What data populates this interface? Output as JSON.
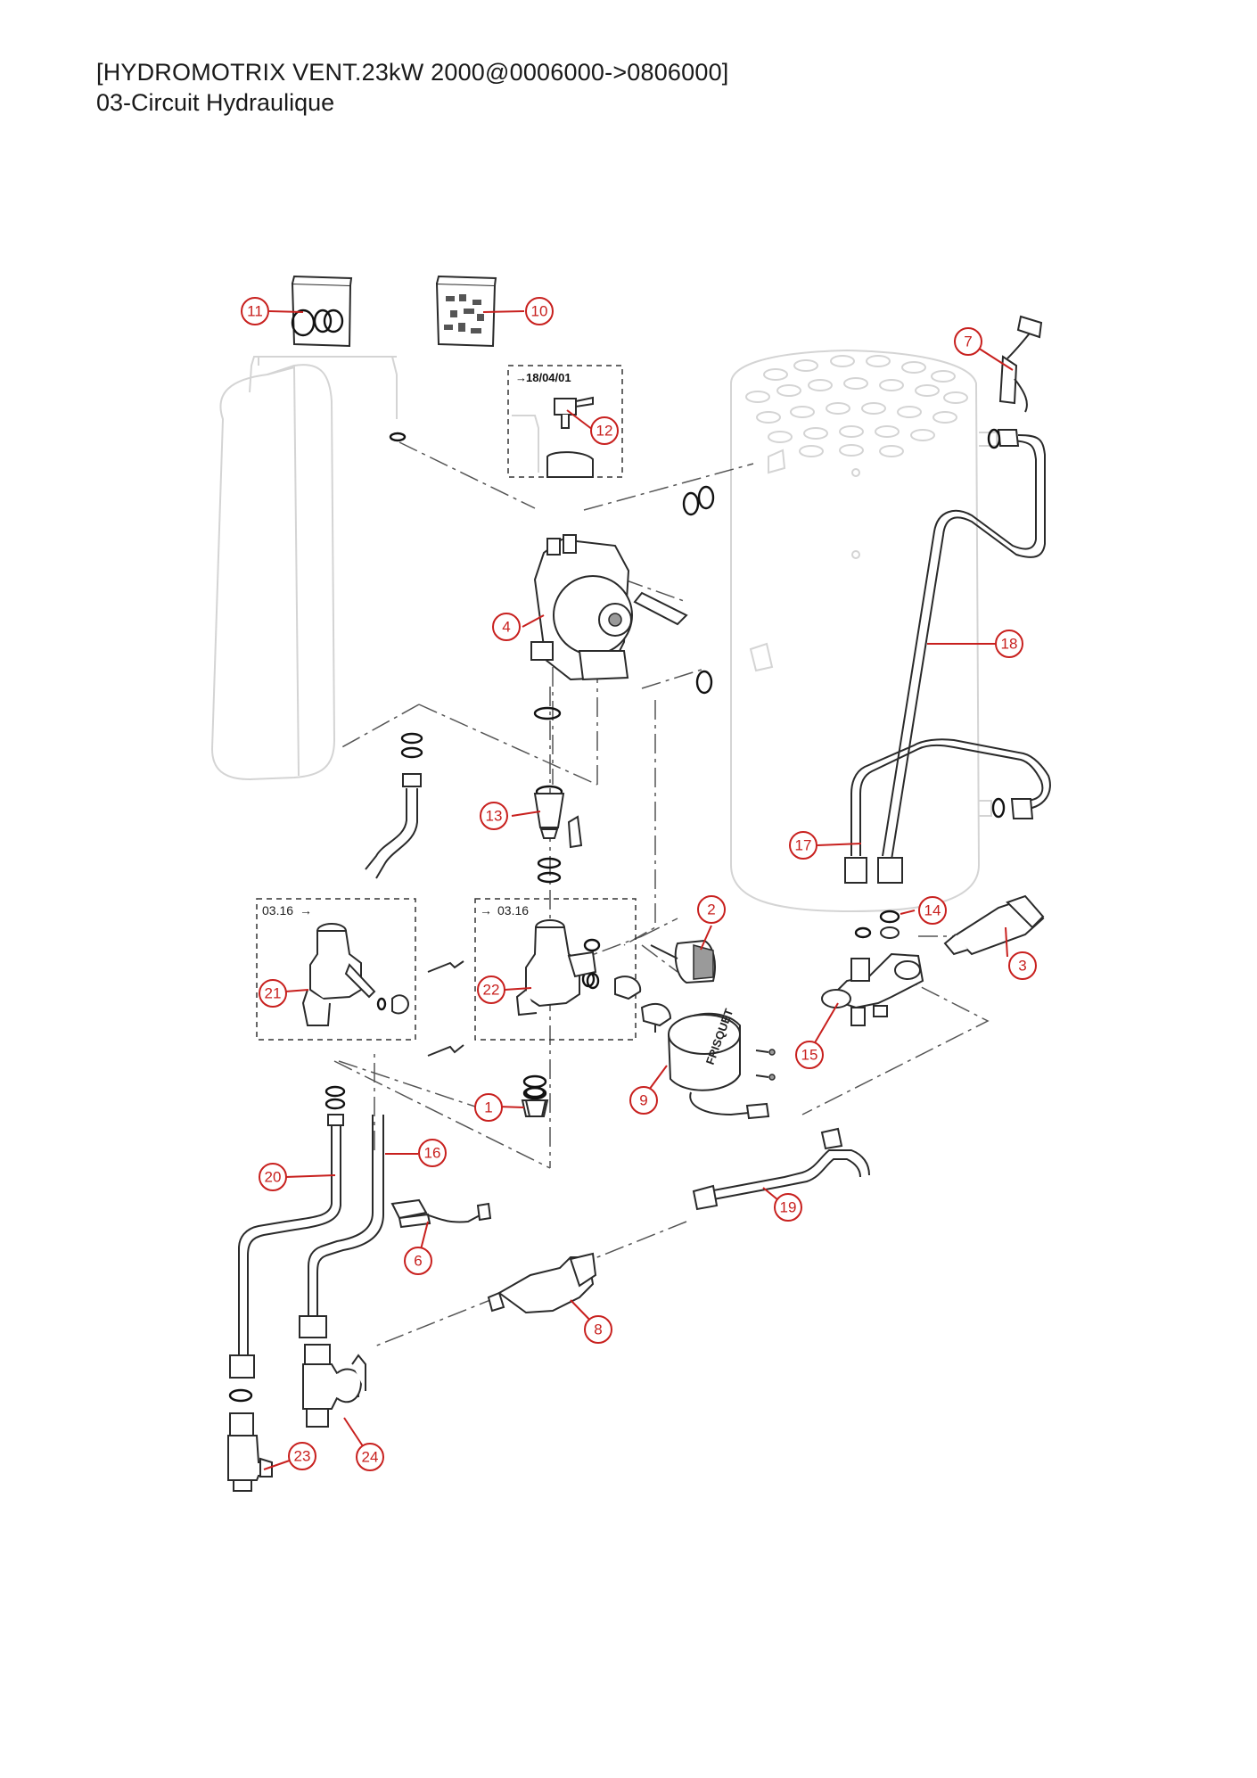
{
  "header": {
    "title": "[HYDROMOTRIX VENT.23kW 2000@0006000->0806000]",
    "subtitle": "03-Circuit Hydraulique"
  },
  "version_boxes": {
    "box_12": "18/04/01",
    "box_21": "03.16",
    "box_22": "03.16"
  },
  "brand_label": "FRISQUET",
  "callouts": [
    "1",
    "2",
    "3",
    "4",
    "6",
    "7",
    "8",
    "9",
    "10",
    "11",
    "12",
    "13",
    "14",
    "15",
    "16",
    "17",
    "18",
    "19",
    "20",
    "21",
    "22",
    "23",
    "24"
  ],
  "colors": {
    "callout": "#c8201e",
    "line": "#2a2a2a",
    "ghost": "#d4d4d4"
  }
}
